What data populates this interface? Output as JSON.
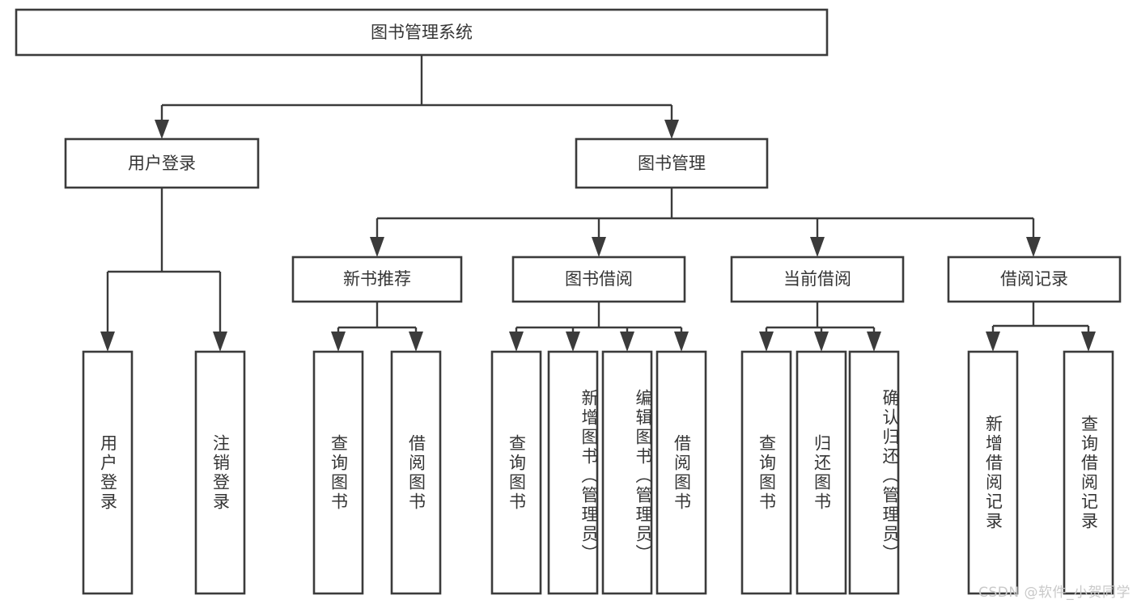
{
  "diagram": {
    "title_node": {
      "label": "图书管理系统"
    },
    "type": "hierarchy-tree",
    "colors": {
      "box_stroke": "#3b3b3b",
      "box_fill": "#ffffff",
      "text": "#353535",
      "background": "#ffffff",
      "watermark": "#c9c9c9"
    },
    "levels": {
      "level1": [
        {
          "label": "用户登录"
        },
        {
          "label": "图书管理"
        }
      ],
      "level2": [
        {
          "label": "新书推荐"
        },
        {
          "label": "图书借阅"
        },
        {
          "label": "当前借阅"
        },
        {
          "label": "借阅记录"
        }
      ],
      "leaves": [
        {
          "label": "用户登录",
          "parent": "用户登录"
        },
        {
          "label": "注销登录",
          "parent": "用户登录"
        },
        {
          "label": "查询图书",
          "parent": "新书推荐"
        },
        {
          "label": "借阅图书",
          "parent": "新书推荐"
        },
        {
          "label": "查询图书",
          "parent": "图书借阅"
        },
        {
          "label": "新增图书（管理员）",
          "parent": "图书借阅"
        },
        {
          "label": "编辑图书（管理员）",
          "parent": "图书借阅"
        },
        {
          "label": "借阅图书",
          "parent": "图书借阅"
        },
        {
          "label": "查询图书",
          "parent": "当前借阅"
        },
        {
          "label": "归还图书",
          "parent": "当前借阅"
        },
        {
          "label": "确认归还（管理员）",
          "parent": "当前借阅"
        },
        {
          "label": "新增借阅记录",
          "parent": "借阅记录"
        },
        {
          "label": "查询借阅记录",
          "parent": "借阅记录"
        }
      ]
    }
  },
  "watermark": {
    "text": "CSDN @软件_小贺同学"
  }
}
